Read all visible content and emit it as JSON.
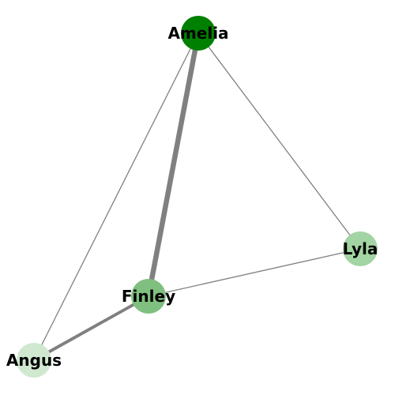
{
  "diagram": {
    "type": "network-graph",
    "nodes": [
      {
        "id": "amelia",
        "label": "Amelia",
        "color": "#008000"
      },
      {
        "id": "lyla",
        "label": "Lyla",
        "color": "#a3d4a3"
      },
      {
        "id": "finley",
        "label": "Finley",
        "color": "#7fbf7f"
      },
      {
        "id": "angus",
        "label": "Angus",
        "color": "#cfe8cf"
      }
    ],
    "edges": [
      {
        "source": "amelia",
        "target": "finley",
        "weight": 5
      },
      {
        "source": "finley",
        "target": "angus",
        "weight": 3
      },
      {
        "source": "amelia",
        "target": "angus",
        "weight": 1
      },
      {
        "source": "amelia",
        "target": "lyla",
        "weight": 1
      },
      {
        "source": "finley",
        "target": "lyla",
        "weight": 1
      }
    ],
    "edge_color": "#808080"
  }
}
